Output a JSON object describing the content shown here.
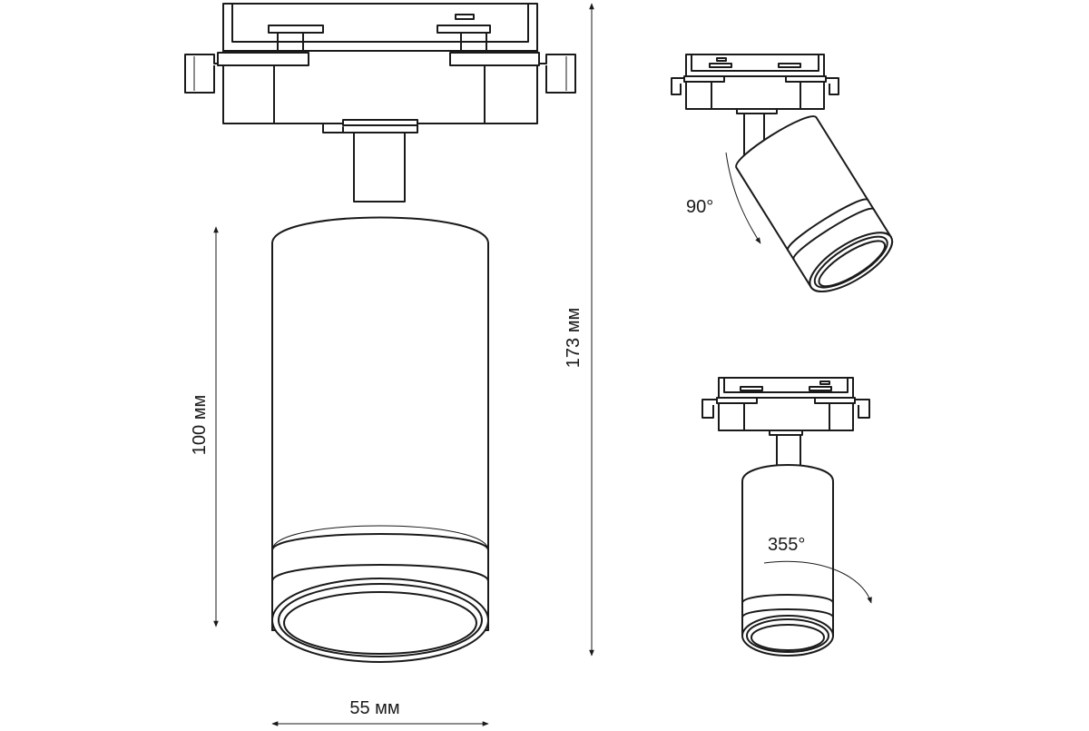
{
  "labels": {
    "width": "55 мм",
    "body_height": "100 мм",
    "total_height": "173 мм",
    "tilt_angle": "90°",
    "rotation_angle": "355°"
  }
}
